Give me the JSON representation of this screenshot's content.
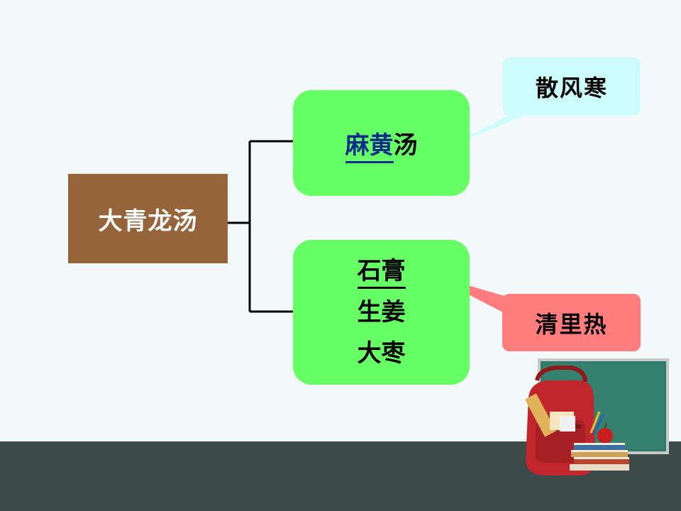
{
  "root": {
    "label": "大青龙汤"
  },
  "branches": [
    {
      "parts": [
        {
          "text": "麻黄",
          "style": "blue-underline"
        },
        {
          "text": "汤",
          "style": "plain"
        }
      ]
    },
    {
      "lines": [
        "石膏",
        "生姜",
        "大枣"
      ]
    }
  ],
  "callouts": [
    {
      "text": "散风寒",
      "color": "#ccfcfc"
    },
    {
      "text": "清里热",
      "color": "#ff7d7d"
    }
  ],
  "colors": {
    "root_box": "#96643a",
    "branch_box": "#66ff66",
    "footer_band": "#3d4a4a",
    "background": "#f3f9fb"
  },
  "decor": {
    "clipart": "school-backpack-with-chalkboard-books-apple"
  }
}
